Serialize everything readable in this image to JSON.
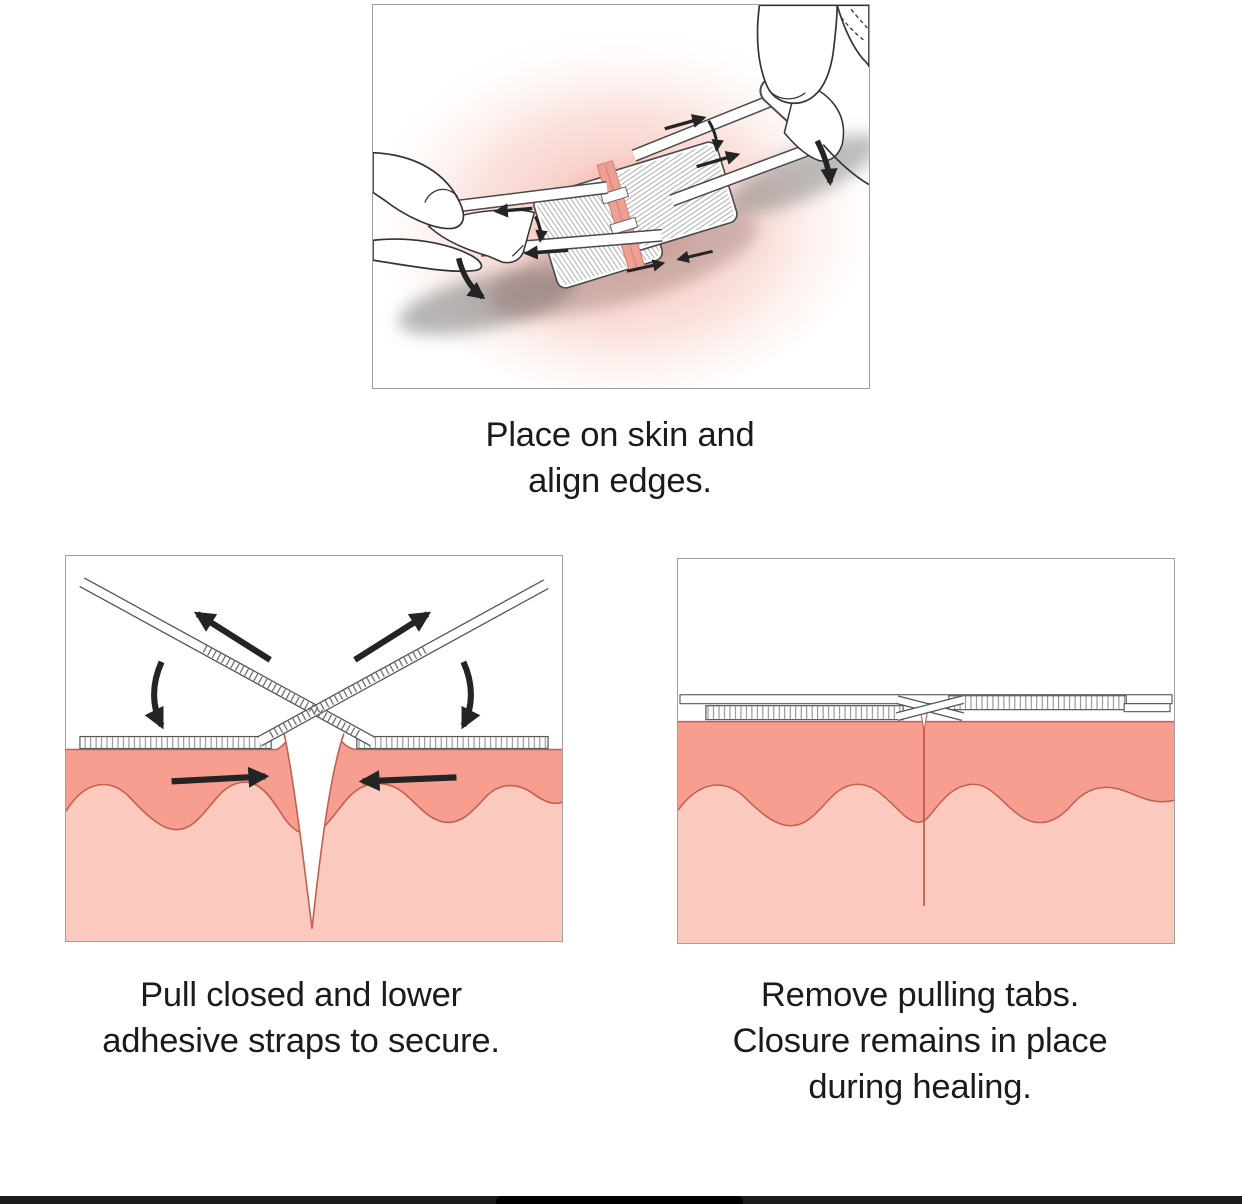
{
  "sheet": {
    "kind": "wound-closure-instructions",
    "background": "#ffffff"
  },
  "steps": [
    {
      "id": "place",
      "caption_lines": [
        "Place on skin and",
        "align edges."
      ]
    },
    {
      "id": "pull",
      "caption_lines": [
        "Pull closed and lower",
        "adhesive straps to secure."
      ]
    },
    {
      "id": "remove",
      "caption_lines": [
        "Remove pulling tabs.",
        "Closure remains in place",
        "during healing."
      ]
    }
  ],
  "icons": {
    "pull-arrow": "solid black directional arrow",
    "fold-arrow": "curved black arrow"
  },
  "colors": {
    "panel_border": "#9f9f9f",
    "caption_text": "#1b1b1b",
    "skin_epidermis": "#f79e90",
    "skin_dermis": "#fbc9bd",
    "skin_outline": "#c2604f",
    "wound_strip": "#efa095",
    "skin_blush": "#f0a294",
    "device_outline": "#4a4a4a",
    "hand_outline": "#333333",
    "arrow": "#242424",
    "bottom_bar": "#1b1b1b",
    "bottom_bar_handle": "#000000"
  }
}
